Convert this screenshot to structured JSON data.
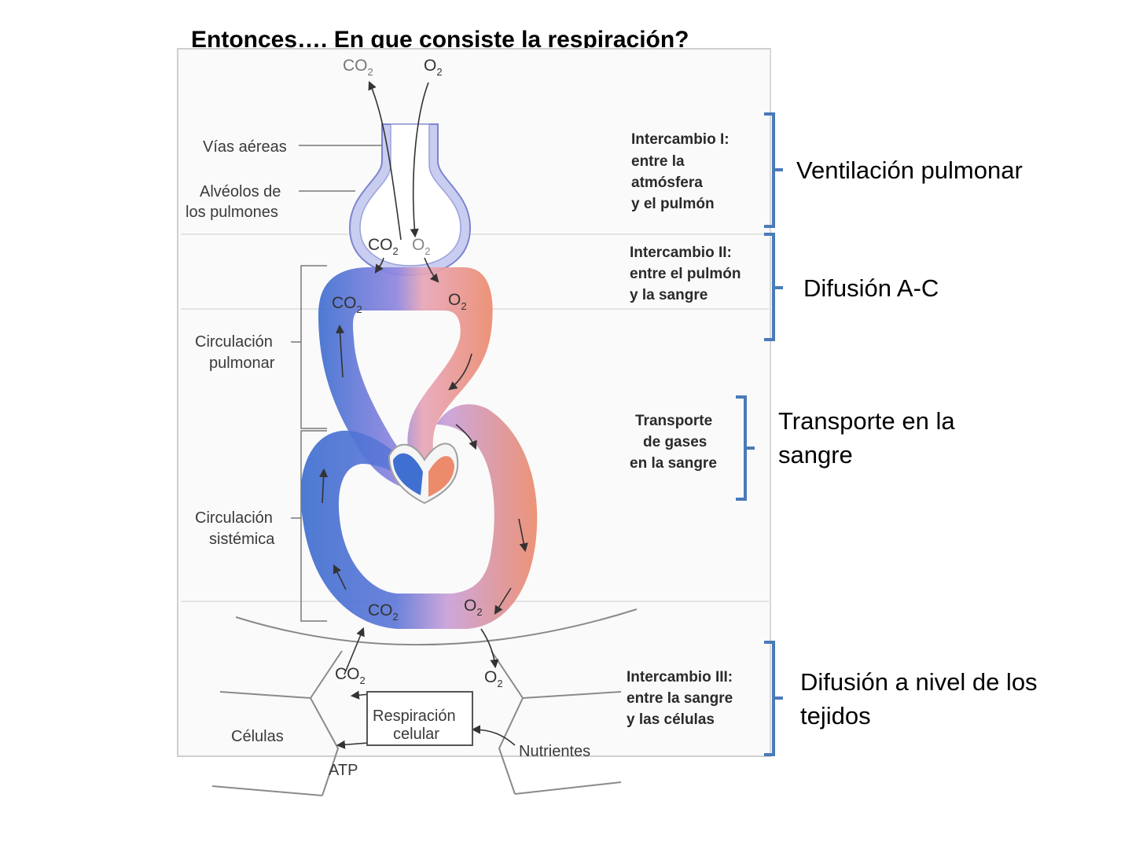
{
  "title": "Entonces…. En que consiste la respiración?",
  "diagram": {
    "gas_top_co2": "CO",
    "gas_top_o2": "O",
    "airways_label": "Vías aéreas",
    "alveoli_label_line1": "Alvéolos de",
    "alveoli_label_line2": "los pulmones",
    "alveoli_co2": "CO",
    "alveoli_o2": "O",
    "pulmonary_circ_line1": "Circulación",
    "pulmonary_circ_line2": "pulmonar",
    "systemic_circ_line1": "Circulación",
    "systemic_circ_line2": "sistémica",
    "pulm_co2": "CO",
    "pulm_o2": "O",
    "sys_co2": "CO",
    "sys_o2": "O",
    "tissue_co2": "CO",
    "tissue_o2": "O",
    "cells_label": "Células",
    "cell_resp_line1": "Respiración",
    "cell_resp_line2": "celular",
    "atp_label": "ATP",
    "nutrients_label": "Nutrientes",
    "subscript_2": "2",
    "exchange1": [
      "Intercambio I:",
      "entre la",
      "atmósfera",
      "y el pulmón"
    ],
    "exchange2": [
      "Intercambio II:",
      "entre el pulmón",
      "y la sangre"
    ],
    "transport": [
      "Transporte",
      "de gases",
      "en la sangre"
    ],
    "exchange3": [
      "Intercambio III:",
      "entre la sangre",
      "y las células"
    ]
  },
  "annotations": {
    "ventilation": "Ventilación pulmonar",
    "diffusion_ac": "Difusión A-C",
    "transport_line1": "Transporte en la",
    "transport_line2": "sangre",
    "tissue_line1": "Difusión a nivel de los",
    "tissue_line2": "tejidos"
  },
  "colors": {
    "bracket": "#4a7ab8",
    "venous_blue": "#3f6fd0",
    "arterial_orange": "#ec8a6c",
    "alveolus_lilac": "#c9cdf0"
  }
}
